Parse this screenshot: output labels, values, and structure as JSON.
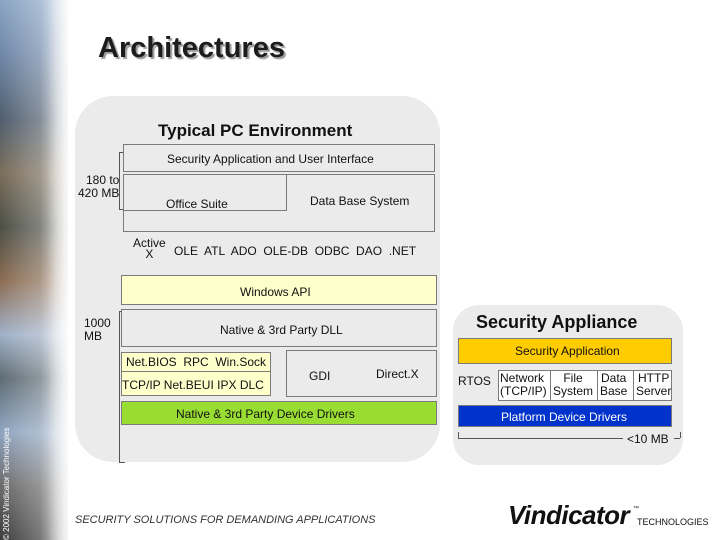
{
  "title": "Architectures",
  "copyright": "© 2002 Vindicator Technologies",
  "pc": {
    "title": "Typical PC Environment",
    "size_upper": "180 to\n420 MB",
    "size_lower": "1000\nMB",
    "security_app": "Security Application and User Interface",
    "office": "Office Suite",
    "database": "Data Base System",
    "activex": "Active\nX",
    "middleware": "OLE  ATL  ADO  OLE-DB  ODBC  DAO  .NET",
    "windows_api": "Windows API",
    "native_dll": "Native & 3rd Party DLL",
    "netbios": "Net.BIOS  RPC  Win.Sock",
    "tcpip": "TCP/IP Net.BEUI IPX DLC",
    "gdi": "GDI",
    "directx": "Direct.X",
    "drivers": "Native & 3rd Party Device Drivers"
  },
  "appliance": {
    "title": "Security Appliance",
    "security_app": "Security Application",
    "rtos": "RTOS",
    "network": "Network\n(TCP/IP)",
    "file": "File\nSystem",
    "data": "Data\nBase",
    "http": "HTTP\nServer",
    "drivers": "Platform Device Drivers",
    "size": "<10 MB"
  },
  "footer": {
    "tagline": "SECURITY SOLUTIONS FOR DEMANDING APPLICATIONS",
    "logo": "Vindicator",
    "logo_suffix": "TECHNOLOGIES",
    "logo_tm": "™"
  },
  "colors": {
    "box_fill": "#ebebeb",
    "yellow": "#ffffcc",
    "gold": "#ffcc00",
    "green": "#99dd33",
    "blue": "#0033cc"
  }
}
